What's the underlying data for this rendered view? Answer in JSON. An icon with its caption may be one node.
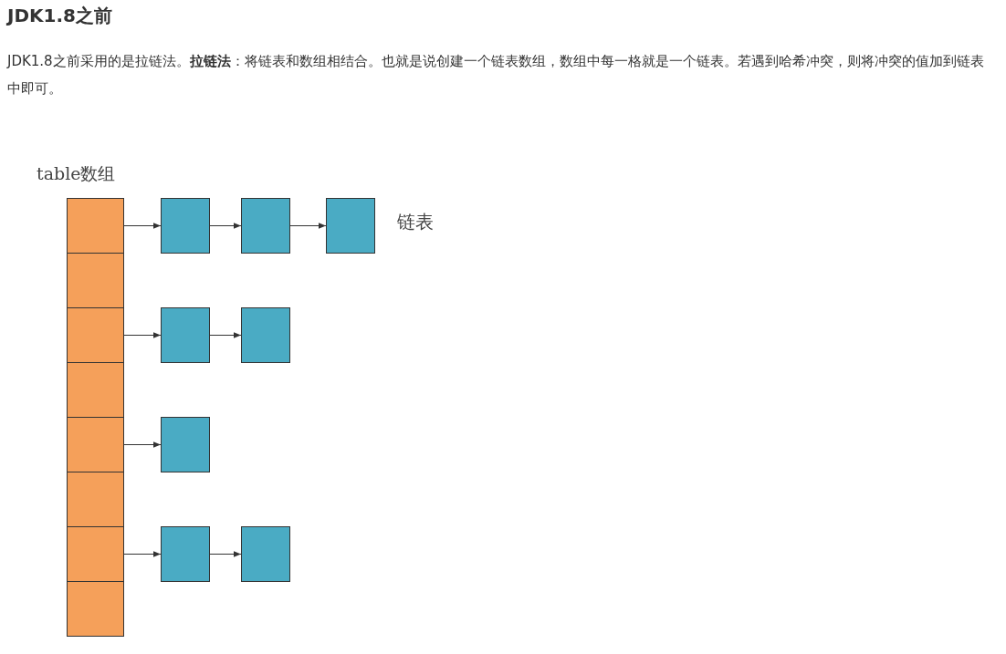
{
  "diagram": {
    "title": "JDK1.8之前",
    "nodes": [
      {
        "text": [
          "table数组"
        ]
      },
      {
        "text": [],
        "shape": "box",
        "in": 0
      },
      {
        "text": [],
        "shape": "box",
        "in": 0
      },
      {
        "text": [],
        "shape": "box",
        "in": 0
      },
      {
        "text": [],
        "shape": "box",
        "in": 0
      },
      {
        "text": [],
        "shape": "box",
        "in": 0
      },
      {
        "text": [],
        "shape": "box",
        "in": 0
      },
      {
        "text": [],
        "shape": "box",
        "in": 0
      },
      {
        "text": [],
        "shape": "box",
        "in": 0
      },
      {
        "text": [],
        "shape": "box"
      },
      {
        "text": [],
        "shape": "box"
      },
      {
        "text": [],
        "shape": "box"
      },
      {
        "text": [],
        "shape": "box"
      },
      {
        "text": [],
        "shape": "box"
      },
      {
        "text": [],
        "shape": "box"
      },
      {
        "text": [],
        "shape": "box"
      },
      {
        "text": [],
        "shape": "box"
      }
    ],
    "edges": [
      {
        "from": 1,
        "to": 9,
        "arrow": "to"
      },
      {
        "from": 9,
        "to": 10,
        "arrow": "to"
      },
      {
        "from": 10,
        "to": 11,
        "arrow": "to"
      },
      {
        "from": 3,
        "to": 12,
        "arrow": "to"
      },
      {
        "from": 12,
        "to": 13,
        "arrow": "to"
      },
      {
        "from": 5,
        "to": 14,
        "arrow": "to"
      },
      {
        "from": 7,
        "to": 15,
        "arrow": "to"
      },
      {
        "from": 15,
        "to": 16,
        "arrow": "to"
      }
    ],
    "labels": [
      "JDK1.8之前采用的是拉链法。**拉链法**：将链表和数组相结合。也就是说创建一个链表数组，数组中每一格就是一个链表。若遇到哈希冲突，则将冲突的值加到链表中即可。",
      "链表"
    ]
  }
}
